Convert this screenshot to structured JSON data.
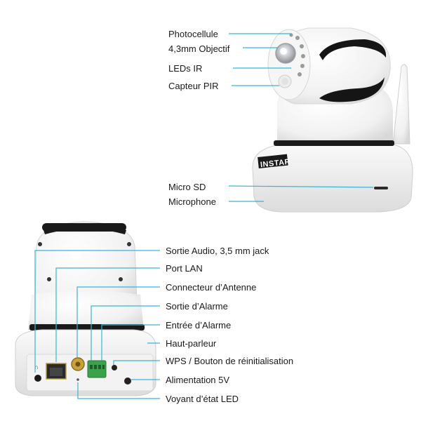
{
  "brand": {
    "logo": "INSTAR"
  },
  "front_labels": [
    {
      "id": "photocellule",
      "text": "Photocellule"
    },
    {
      "id": "objectif",
      "text": "4,3mm Objectif"
    },
    {
      "id": "leds-ir",
      "text": "LEDs IR"
    },
    {
      "id": "capteur-pir",
      "text": "Capteur PIR"
    },
    {
      "id": "micro-sd",
      "text": "Micro SD"
    },
    {
      "id": "microphone",
      "text": "Microphone"
    }
  ],
  "back_labels": [
    {
      "id": "sortie-audio",
      "text": "Sortie Audio, 3,5 mm jack"
    },
    {
      "id": "port-lan",
      "text": "Port LAN"
    },
    {
      "id": "connecteur-antenne",
      "text": "Connecteur d’Antenne"
    },
    {
      "id": "sortie-alarme",
      "text": "Sortie d’Alarme"
    },
    {
      "id": "entree-alarme",
      "text": "Entrée d’Alarme"
    },
    {
      "id": "haut-parleur",
      "text": "Haut-parleur"
    },
    {
      "id": "wps-reset",
      "text": "WPS / Bouton de réinitialisation"
    },
    {
      "id": "alimentation",
      "text": "Alimentation 5V"
    },
    {
      "id": "voyant-led",
      "text": "Voyant d’état LED"
    }
  ],
  "line_color": "#3ab4d6"
}
